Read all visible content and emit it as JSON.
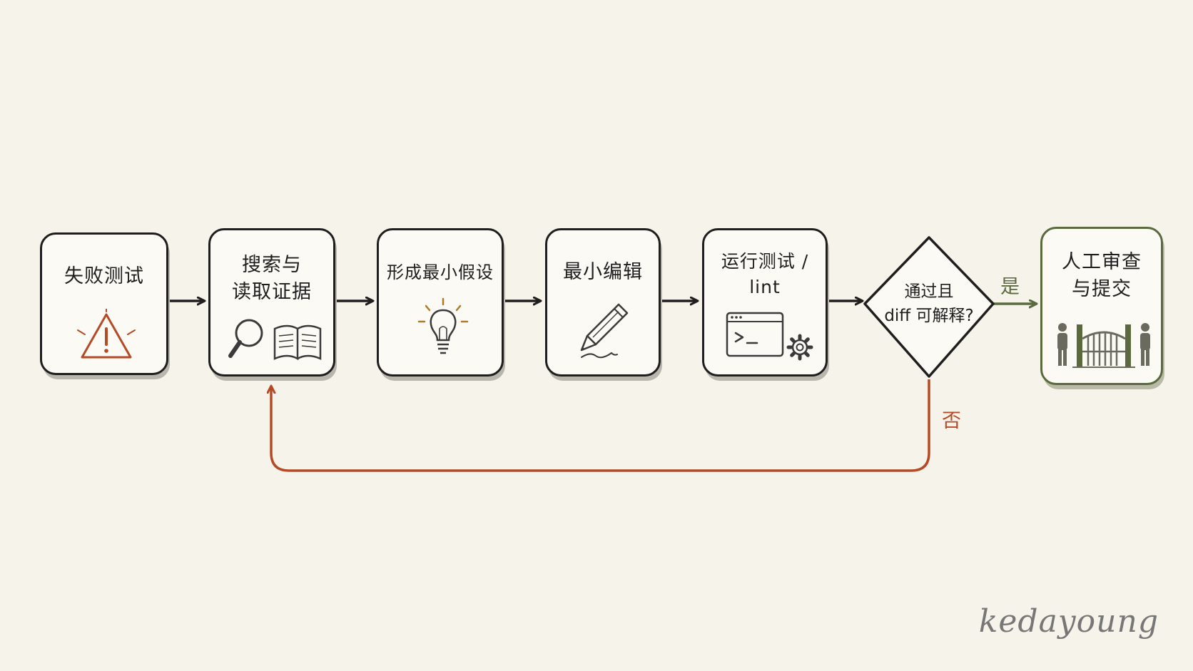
{
  "steps": [
    {
      "lines": [
        "失败测试"
      ],
      "icon": "warning-icon"
    },
    {
      "lines": [
        "搜索与",
        "读取证据"
      ],
      "icon": "magnifier-book-icon"
    },
    {
      "lines": [
        "形成最小假设"
      ],
      "icon": "lightbulb-icon"
    },
    {
      "lines": [
        "最小编辑"
      ],
      "icon": "pencil-icon"
    },
    {
      "lines": [
        "运行测试 /",
        "lint"
      ],
      "icon": "terminal-gear-icon"
    }
  ],
  "decision": {
    "lines": [
      "通过且",
      "diff 可解释?"
    ]
  },
  "final": {
    "lines": [
      "人工审查",
      "与提交"
    ],
    "icon": "gate-people-icon"
  },
  "edges": {
    "yes_label": "是",
    "no_label": "否"
  },
  "signature": "kedayoung",
  "colors": {
    "ink": "#1e1e1e",
    "accent_green": "#5a6a3e",
    "accent_rust": "#b44a26",
    "background": "#f6f3ea"
  }
}
